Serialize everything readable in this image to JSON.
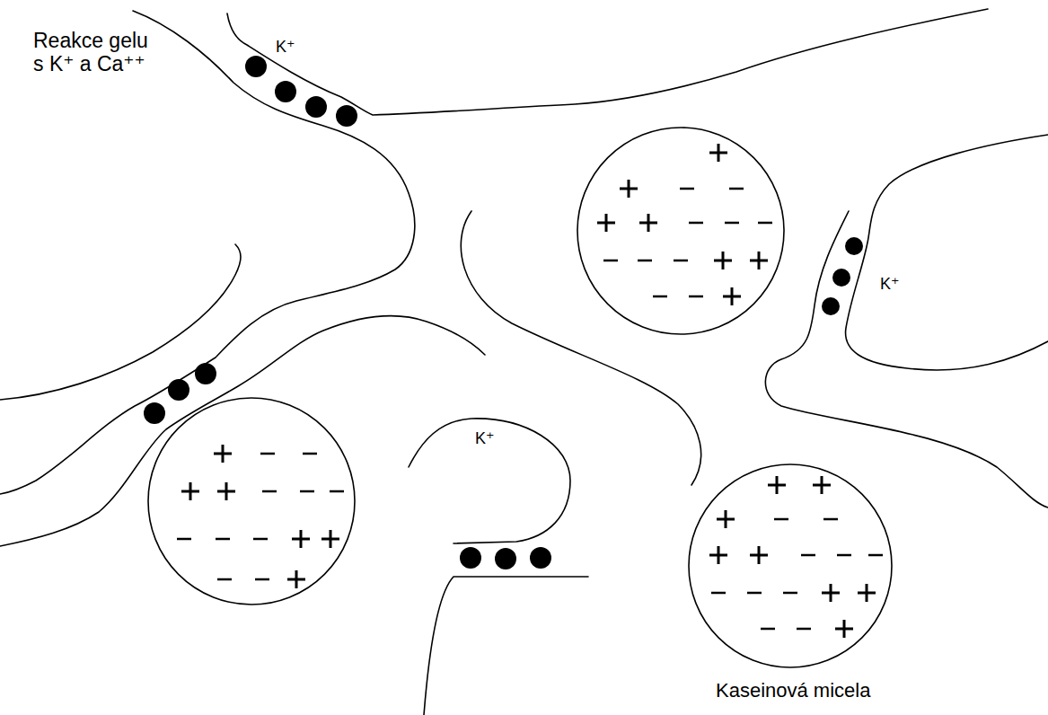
{
  "diagram": {
    "labels": [
      "Reakce gelu s K⁺ a Ca⁺⁺",
      "K⁺",
      "K⁺",
      "K⁺",
      "Kaseinová micela"
    ]
  }
}
